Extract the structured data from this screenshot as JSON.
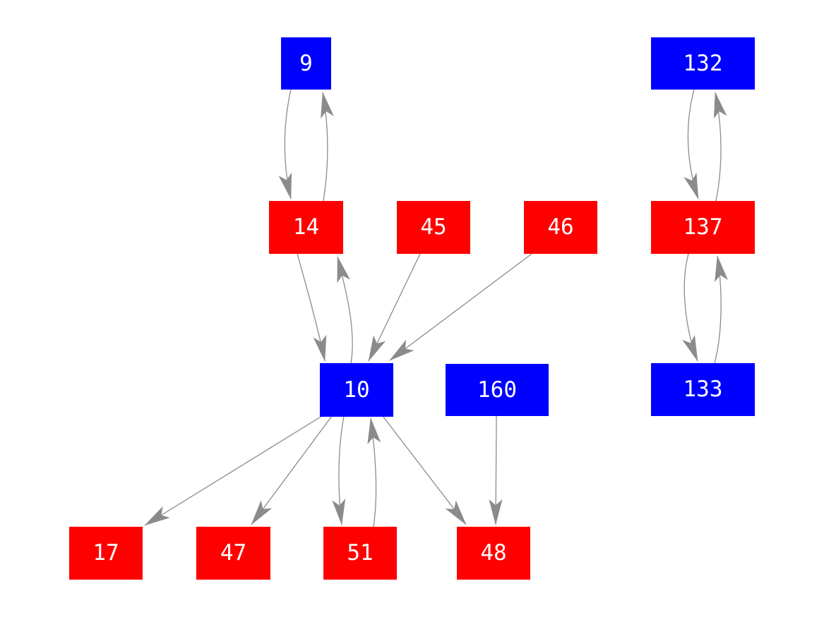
{
  "diagram": {
    "type": "directed-graph",
    "background": "#ffffff",
    "node_colors": {
      "blue": "#0000ff",
      "red": "#ff0000"
    },
    "edge_color": "#8b8b8b",
    "text_color": "#ffffff",
    "nodes": [
      {
        "id": "9",
        "label": "9",
        "color": "blue"
      },
      {
        "id": "14",
        "label": "14",
        "color": "red"
      },
      {
        "id": "45",
        "label": "45",
        "color": "red"
      },
      {
        "id": "46",
        "label": "46",
        "color": "red"
      },
      {
        "id": "132",
        "label": "132",
        "color": "blue"
      },
      {
        "id": "137",
        "label": "137",
        "color": "red"
      },
      {
        "id": "10",
        "label": "10",
        "color": "blue"
      },
      {
        "id": "160",
        "label": "160",
        "color": "blue"
      },
      {
        "id": "133",
        "label": "133",
        "color": "blue"
      },
      {
        "id": "17",
        "label": "17",
        "color": "red"
      },
      {
        "id": "47",
        "label": "47",
        "color": "red"
      },
      {
        "id": "51",
        "label": "51",
        "color": "red"
      },
      {
        "id": "48",
        "label": "48",
        "color": "red"
      }
    ],
    "edges": [
      {
        "from": "9",
        "to": "14"
      },
      {
        "from": "14",
        "to": "9"
      },
      {
        "from": "14",
        "to": "10"
      },
      {
        "from": "10",
        "to": "14"
      },
      {
        "from": "45",
        "to": "10"
      },
      {
        "from": "46",
        "to": "10"
      },
      {
        "from": "10",
        "to": "17"
      },
      {
        "from": "10",
        "to": "47"
      },
      {
        "from": "10",
        "to": "51"
      },
      {
        "from": "51",
        "to": "10"
      },
      {
        "from": "10",
        "to": "48"
      },
      {
        "from": "160",
        "to": "48"
      },
      {
        "from": "132",
        "to": "137"
      },
      {
        "from": "137",
        "to": "132"
      },
      {
        "from": "137",
        "to": "133"
      },
      {
        "from": "133",
        "to": "137"
      }
    ]
  }
}
